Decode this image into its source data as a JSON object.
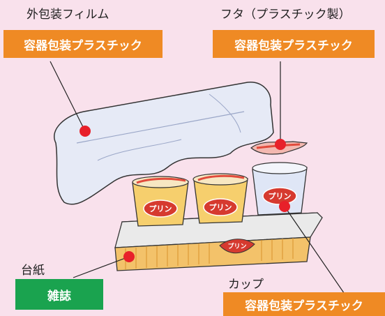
{
  "labels": {
    "outer_film": "外包装フィルム",
    "lid": "フタ（プラスチック製）",
    "base_paper": "台紙",
    "cup": "カップ"
  },
  "badges": {
    "film_category": "容器包装プラスチック",
    "lid_category": "容器包装プラスチック",
    "base_category": "雑誌",
    "cup_category": "容器包装プラスチック"
  },
  "product_text": "プリン",
  "colors": {
    "background": "#f9e1ec",
    "badge_orange": "#ef8a24",
    "badge_green": "#1aa34f",
    "marker_red": "#e8202a"
  }
}
